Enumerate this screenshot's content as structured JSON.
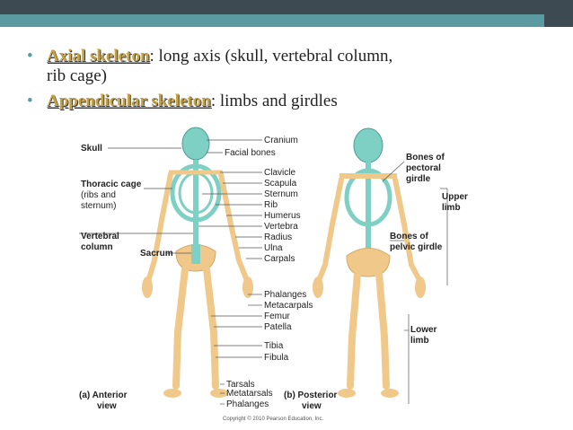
{
  "bullets": [
    {
      "term": "Axial skeleton",
      "rest": ": long axis (skull, vertebral column,",
      "rest2": "rib cage)"
    },
    {
      "term": "Appendicular skeleton",
      "rest": ": limbs and girdles"
    }
  ],
  "figure": {
    "center_labels": [
      "Cranium",
      "Facial bones",
      "Clavicle",
      "Scapula",
      "Sternum",
      "Rib",
      "Humerus",
      "Vertebra",
      "Radius",
      "Ulna",
      "Carpals",
      "Phalanges",
      "Metacarpals",
      "Femur",
      "Patella",
      "Tibia",
      "Fibula",
      "Tarsals",
      "Metatarsals",
      "Phalanges"
    ],
    "left": {
      "skull": "Skull",
      "thoracic1": "Thoracic cage",
      "thoracic2": "(ribs and",
      "thoracic3": "sternum)",
      "vertebral1": "Vertebral",
      "vertebral2": "column",
      "sacrum": "Sacrum"
    },
    "right": {
      "pectoral1": "Bones of",
      "pectoral2": "pectoral",
      "pectoral3": "girdle",
      "upper1": "Upper",
      "upper2": "limb",
      "pelvic1": "Bones of",
      "pelvic2": "pelvic girdle",
      "lower1": "Lower",
      "lower2": "limb"
    },
    "caption_a1": "(a) Anterior",
    "caption_a2": "view",
    "caption_b1": "(b) Posterior",
    "caption_b2": "view",
    "copyright": "Copyright © 2010 Pearson Education, Inc.",
    "colors": {
      "bone": "#f0c98a",
      "axial": "#7ecfc4"
    }
  }
}
